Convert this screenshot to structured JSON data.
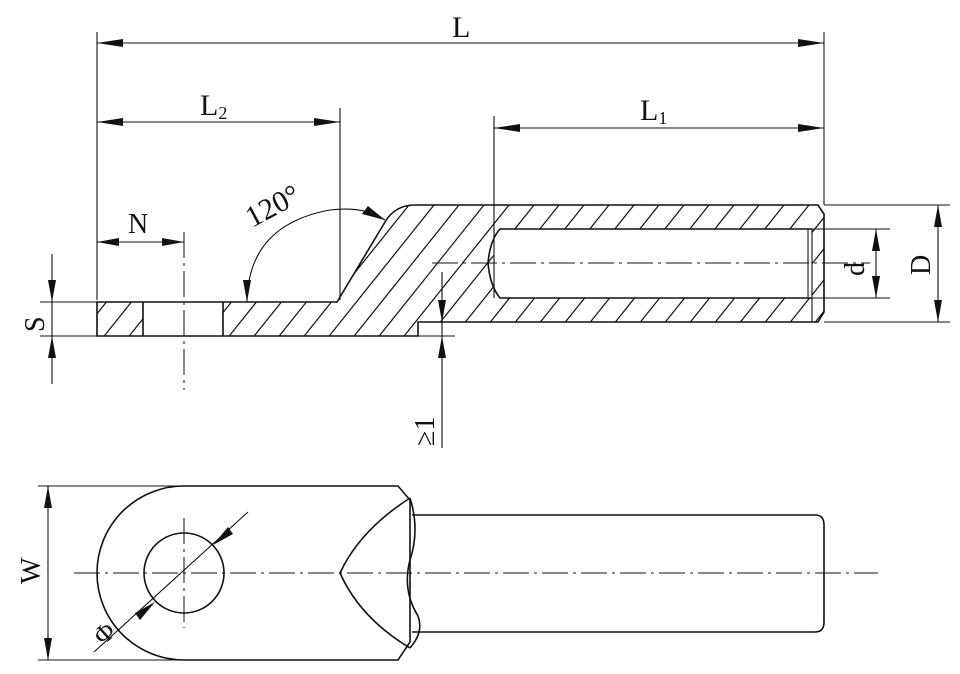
{
  "labels": {
    "L": "L",
    "L1": "L",
    "L1_sub": "1",
    "L2": "L",
    "L2_sub": "2",
    "N": "N",
    "angle": "120°",
    "S": "S",
    "d": "d",
    "D": "D",
    "min_gap": "≥1",
    "W": "W",
    "phi": "Φ"
  },
  "colors": {
    "line": "#111111",
    "background": "#ffffff"
  }
}
